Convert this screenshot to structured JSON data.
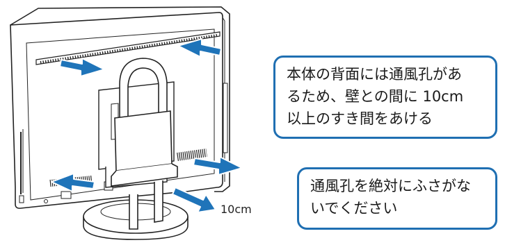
{
  "notes": {
    "vent_warning": "本体の背面には通風孔があ\nるため、壁との間に 10cm\n以上のすき間をあける",
    "do_not_block": "通風孔を絶対にふさがな\nいでください"
  },
  "dimension_label": "10cm",
  "colors": {
    "callout_border": "#1f6fb2",
    "arrow_fill": "#1f74b9",
    "arrow_outline": "#ffffff",
    "device_line": "#222222"
  }
}
